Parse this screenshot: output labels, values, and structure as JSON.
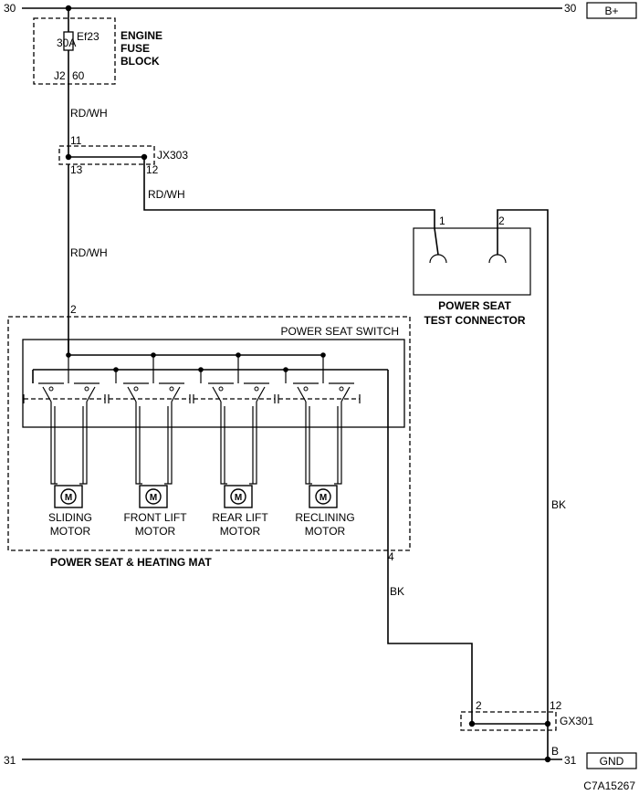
{
  "rails": {
    "top_left_num": "30",
    "top_right_num": "30",
    "top_label": "B+",
    "bottom_left_num": "31",
    "bottom_right_num": "31",
    "bottom_label": "GND",
    "bottom_pin": "B"
  },
  "fuse": {
    "id": "Ef23",
    "rating": "30A",
    "pin_connector": "J2",
    "pin_number": "60",
    "block_line1": "ENGINE",
    "block_line2": "FUSE",
    "block_line3": "BLOCK"
  },
  "wires": {
    "w1": "RD/WH",
    "w2": "RD/WH",
    "w3": "RD/WH",
    "w4": "BK",
    "w5": "BK"
  },
  "jx303": {
    "name": "JX303",
    "pin_in": "11",
    "pin_out": "13",
    "pin_branch": "12"
  },
  "test_connector": {
    "pin1": "1",
    "pin2": "2",
    "line1": "POWER SEAT",
    "line2": "TEST CONNECTOR"
  },
  "seat": {
    "pin_in": "2",
    "pin_out": "4",
    "switch_label": "POWER SEAT SWITCH",
    "module_label": "POWER SEAT & HEATING MAT",
    "motor_symbol": "M",
    "motors": [
      {
        "line1": "SLIDING",
        "line2": "MOTOR"
      },
      {
        "line1": "FRONT LIFT",
        "line2": "MOTOR"
      },
      {
        "line1": "REAR LIFT",
        "line2": "MOTOR"
      },
      {
        "line1": "RECLINING",
        "line2": "MOTOR"
      }
    ]
  },
  "gx301": {
    "name": "GX301",
    "pin_a": "2",
    "pin_b": "12"
  },
  "figure_code": "C7A15267"
}
